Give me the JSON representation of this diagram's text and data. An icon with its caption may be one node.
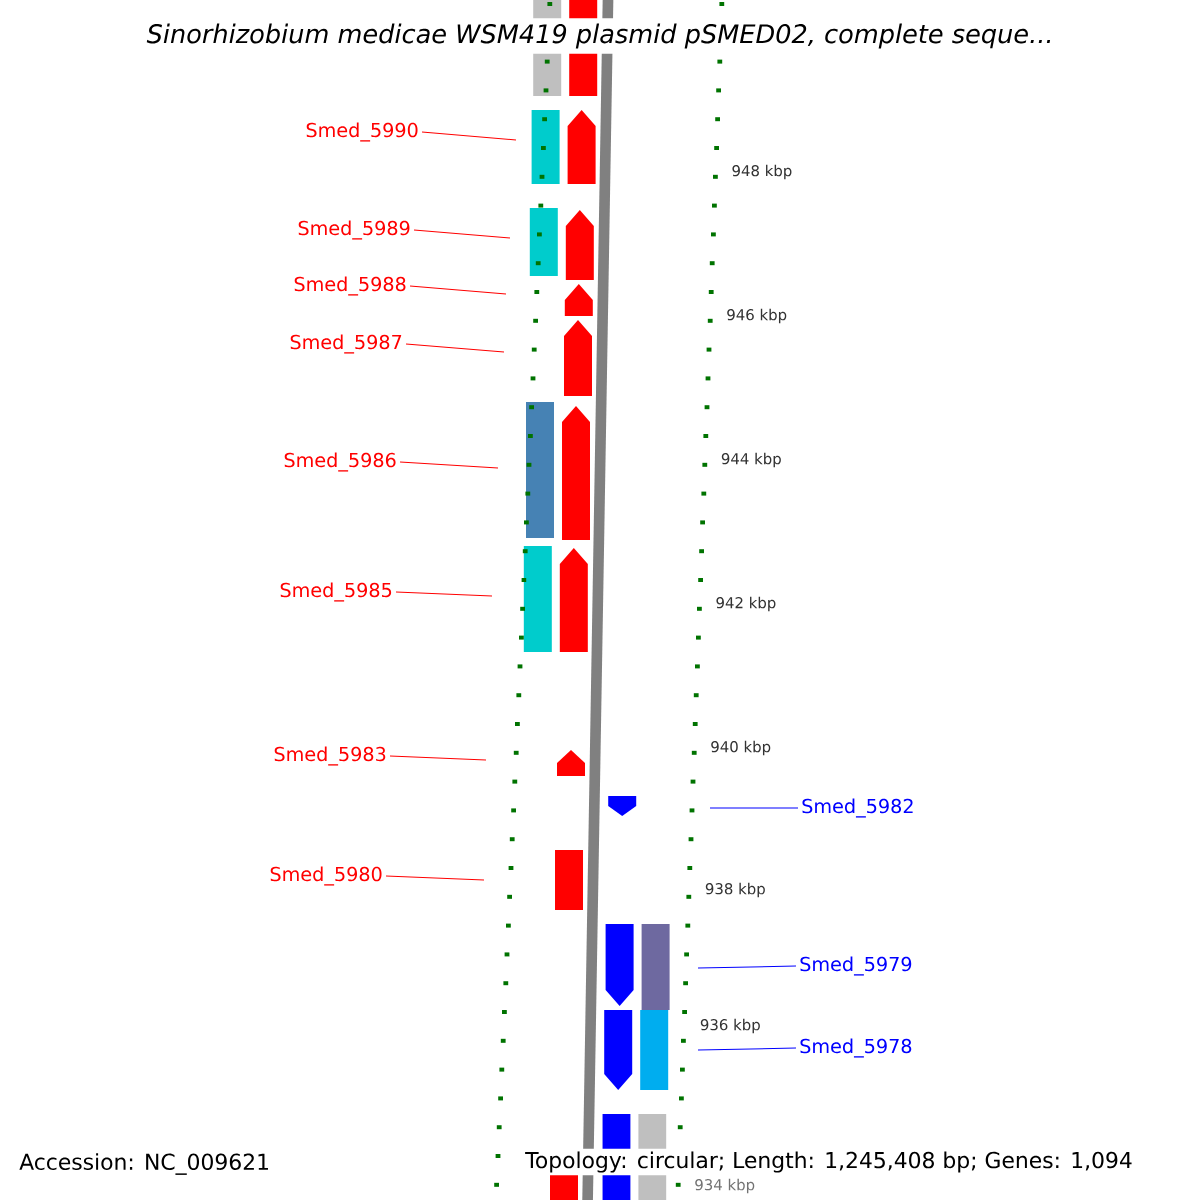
{
  "diagram": {
    "title": "Sinorhizobium medicae WSM419 plasmid pSMED02, complete seque...",
    "nodes": [
      {
        "text": [
          "Smed_5990"
        ]
      },
      {
        "text": [
          "Smed_5989"
        ]
      },
      {
        "text": [
          "Smed_5988"
        ]
      },
      {
        "text": [
          "Smed_5987"
        ]
      },
      {
        "text": [
          "Smed_5986"
        ]
      },
      {
        "text": [
          "Smed_5985"
        ]
      },
      {
        "text": [
          "Smed_5983"
        ]
      },
      {
        "text": [
          "Smed_5980"
        ]
      },
      {
        "text": [
          "Smed_5982"
        ]
      },
      {
        "text": [
          "Smed_5979"
        ]
      },
      {
        "text": [
          "Smed_5978"
        ]
      }
    ],
    "edges": [
      {
        "from": 0,
        "to": null,
        "arrow": "none"
      },
      {
        "from": 1,
        "to": null,
        "arrow": "none"
      },
      {
        "from": 2,
        "to": null,
        "arrow": "none"
      },
      {
        "from": 3,
        "to": null,
        "arrow": "none"
      },
      {
        "from": 4,
        "to": null,
        "arrow": "none"
      },
      {
        "from": 5,
        "to": null,
        "arrow": "none"
      },
      {
        "from": 6,
        "to": null,
        "arrow": "none"
      },
      {
        "from": 7,
        "to": null,
        "arrow": "none"
      },
      {
        "from": 8,
        "to": null,
        "arrow": "none",
        "color": "#0000ff"
      },
      {
        "from": 9,
        "to": null,
        "arrow": "none",
        "color": "#0000ff"
      },
      {
        "from": 10,
        "to": null,
        "arrow": "none",
        "color": "#0000ff"
      }
    ],
    "labels": [
      "948 kbp",
      "946 kbp",
      "944 kbp",
      "942 kbp",
      "940 kbp",
      "938 kbp",
      "936 kbp",
      "934 kbp",
      "Accession: NC_009621",
      "Topology: circular; Length: 1,245,408 bp; Genes: 1,094"
    ]
  }
}
